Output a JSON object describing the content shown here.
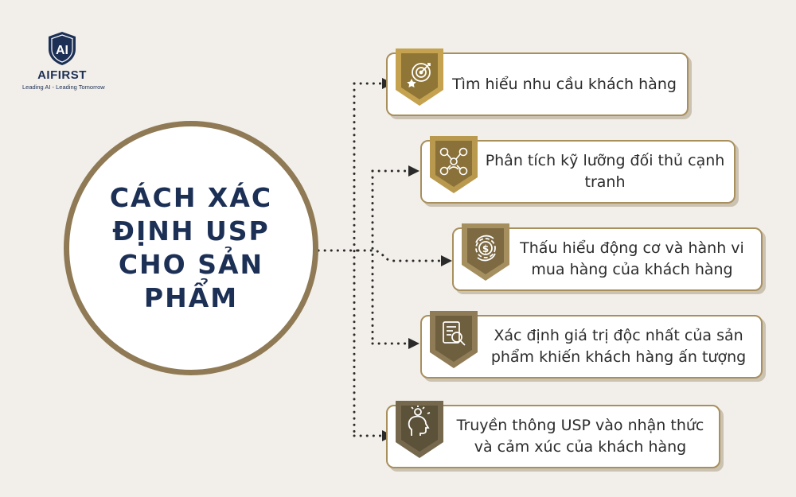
{
  "brand": {
    "logo_letters": "AI",
    "name": "AIFIRST",
    "tagline": "Leading AI - Leading Tomorrow"
  },
  "center": {
    "title": "CÁCH XÁC ĐỊNH USP CHO SẢN PHẨM"
  },
  "colors": {
    "background": "#f2efea",
    "navy": "#1c2f55",
    "gold": "#a88f5c",
    "badge_dark": "#6b5b3a",
    "badge_light": "#a89268"
  },
  "steps": [
    {
      "text": "Tìm hiểu nhu cầu khách hàng",
      "icon": "target-star-icon"
    },
    {
      "text": "Phân tích kỹ lưỡng đối thủ cạnh tranh",
      "icon": "competitor-network-icon"
    },
    {
      "text": "Thấu hiểu động cơ và hành vi mua hàng của khách hàng",
      "icon": "money-gear-icon"
    },
    {
      "text": "Xác định giá trị độc nhất của sản phẩm khiến khách hàng ấn tượng",
      "icon": "magnify-document-icon"
    },
    {
      "text": "Truyền thông USP vào nhận thức và cảm xúc của khách hàng",
      "icon": "head-idea-icon"
    }
  ]
}
